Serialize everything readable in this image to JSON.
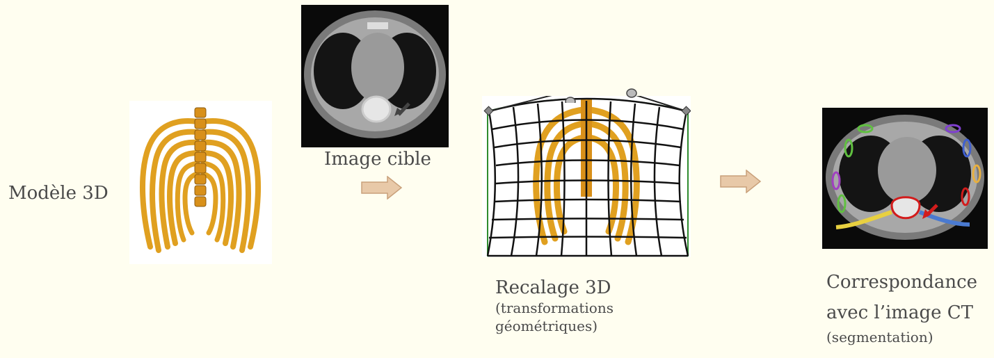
{
  "labels": {
    "model": "Modèle 3D",
    "target": "Image cible",
    "registration_title": "Recalage 3D",
    "registration_sub1": "(transformations",
    "registration_sub2": "géométriques)",
    "correspondence_title1": "Correspondance",
    "correspondence_title2": "avec l’image CT",
    "correspondence_sub": "(segmentation)"
  },
  "colors": {
    "background": "#fffef0",
    "bone": "#e0a020",
    "arrow_fill": "#e8c9a8",
    "arrow_stroke": "#c9a07a",
    "grid": "#111111",
    "frame": "#2e8b2e",
    "marker_red": "#d21c1c"
  },
  "icons": {
    "model": "ribcage-3d-image",
    "target": "ct-scan-image",
    "registration": "deformation-grid-image",
    "result": "segmented-ct-image"
  }
}
